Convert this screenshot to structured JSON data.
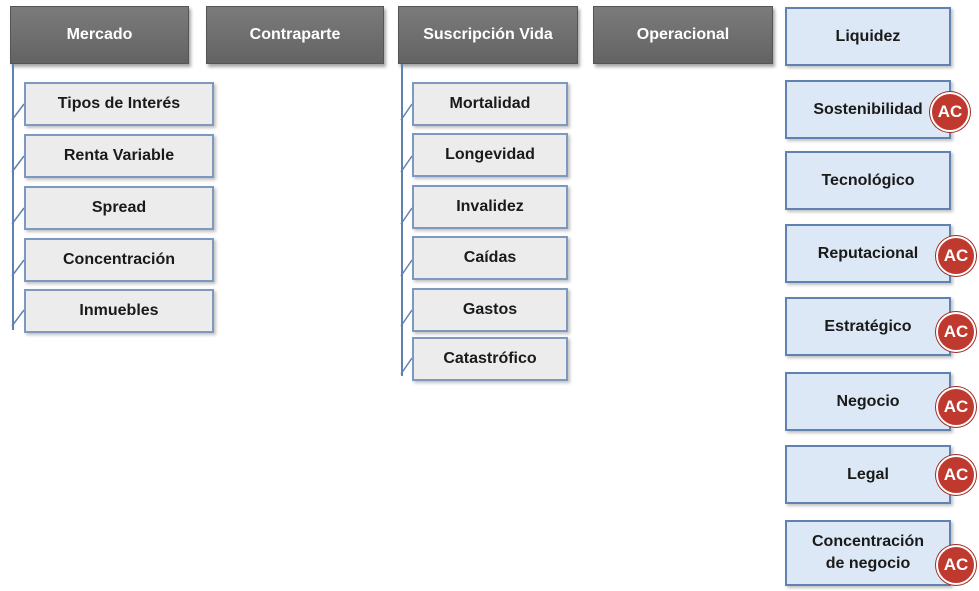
{
  "headers": {
    "mercado": "Mercado",
    "contraparte": "Contraparte",
    "suscripcion": "Suscripción Vida",
    "operacional": "Operacional"
  },
  "mercado_items": [
    "Tipos de Interés",
    "Renta Variable",
    "Spread",
    "Concentración",
    "Inmuebles"
  ],
  "suscripcion_items": [
    "Mortalidad",
    "Longevidad",
    "Invalidez",
    "Caídas",
    "Gastos",
    "Catastrófico"
  ],
  "other_risks": [
    {
      "label": "Liquidez",
      "badge": ""
    },
    {
      "label": "Sostenibilidad",
      "badge": "AC"
    },
    {
      "label": "Tecnológico",
      "badge": ""
    },
    {
      "label": "Reputacional",
      "badge": "AC"
    },
    {
      "label": "Estratégico",
      "badge": "AC"
    },
    {
      "label": "Negocio",
      "badge": "AC"
    },
    {
      "label": "Legal",
      "badge": "AC"
    },
    {
      "label": "Concentración de negocio",
      "badge": "AC"
    }
  ],
  "colors": {
    "header_fill": "#6e6e6e",
    "sub_fill": "#ececec",
    "sub_border": "#7e99bf",
    "right_fill": "#dde8f6",
    "right_border": "#5f82b3",
    "badge_fill": "#c0392f"
  }
}
